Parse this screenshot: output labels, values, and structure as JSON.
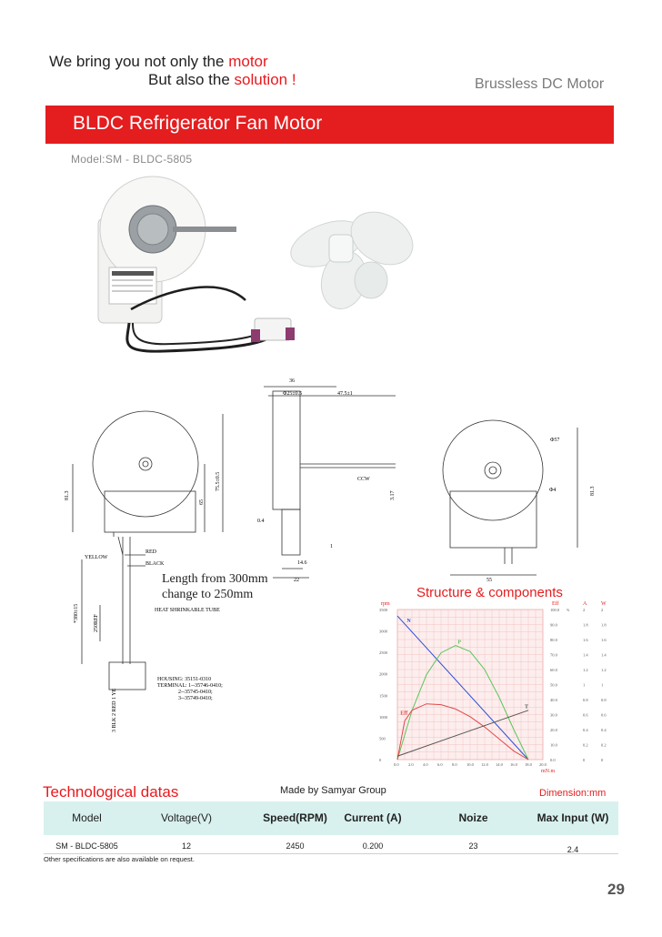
{
  "header": {
    "tagline_line1_prefix": "We bring you not only the ",
    "tagline_line1_highlight": "motor",
    "tagline_line2_prefix": "But also the ",
    "tagline_line2_highlight": "solution !",
    "category": "Brussless DC Motor"
  },
  "banner": {
    "title": "BLDC Refrigerator Fan Motor"
  },
  "model": {
    "label": "Model:SM - BLDC-5805"
  },
  "drawing": {
    "dim_36": "36",
    "dim_25": "Φ25±0.5",
    "dim_47": "47.5±1",
    "dim_81": "81.3",
    "dim_65": "65",
    "dim_75": "75.5±0.5",
    "dim_0_4": "0.4",
    "dim_14": "14.6",
    "dim_22": "22",
    "dim_1": "1",
    "dim_ccw": "CCW",
    "dim_shaft": "3.17",
    "dim_57": "Φ57",
    "dim_4": "Φ4",
    "dim_81b": "81.3",
    "dim_55": "55",
    "dim_lead": "*380±15",
    "dim_tube": "250REF",
    "wire_red": "RED",
    "wire_yellow": "YELLOW",
    "wire_black": "BLACK",
    "heat_tube": "HEAT SHRINKABLE TUBE",
    "housing_1": "HOUSING: 35151-0310",
    "housing_2": "TERMINAL: 1--35746-0410;",
    "housing_3": "2--35745-0410;",
    "housing_4": "3--35749-0410;",
    "pins": "3 BLK  2 RED  1 YE",
    "length_note_1": "Length from 300mm",
    "length_note_2": "change to 250mm"
  },
  "structure": {
    "title": "Structure & components"
  },
  "chart_data": {
    "type": "line",
    "xlabel": "mN.m",
    "x_ticks": [
      "0.0",
      "2.0",
      "4.0",
      "6.0",
      "8.0",
      "10.0",
      "12.0",
      "14.0",
      "16.0",
      "18.0",
      "20.0"
    ],
    "rpm_axis": {
      "label": "rpm",
      "ticks": [
        "0",
        "500",
        "1000",
        "1500",
        "2000",
        "2500",
        "3000",
        "3500"
      ]
    },
    "eff_axis": {
      "label": "Eff",
      "unit": "%",
      "ticks": [
        "0.0",
        "10.0",
        "20.0",
        "30.0",
        "40.0",
        "50.0",
        "60.0",
        "70.0",
        "80.0",
        "90.0",
        "100.0"
      ]
    },
    "a_axis": {
      "label": "A",
      "ticks": [
        "0",
        "0.2",
        "0.4",
        "0.6",
        "0.8",
        "1",
        "1.2",
        "1.4",
        "1.6",
        "1.8",
        "2"
      ]
    },
    "w_axis": {
      "label": "W",
      "ticks": [
        "0",
        "0.2",
        "0.4",
        "0.6",
        "0.8",
        "1",
        "1.2",
        "1.4",
        "1.6",
        "1.8",
        "2"
      ]
    },
    "series": [
      {
        "name": "N",
        "color": "#2a4fd8",
        "x": [
          0,
          18
        ],
        "y": [
          3350,
          0
        ]
      },
      {
        "name": "P",
        "color": "#5cc55c",
        "x": [
          0,
          2,
          4,
          6,
          8,
          10,
          12,
          14,
          16,
          18
        ],
        "y": [
          0,
          1140,
          1980,
          2490,
          2660,
          2520,
          2100,
          1450,
          700,
          0
        ]
      },
      {
        "name": "Eff",
        "color": "#e04a4a",
        "x": [
          0,
          1,
          2,
          4,
          6,
          8,
          10,
          12,
          14,
          16,
          18
        ],
        "y": [
          0,
          900,
          1150,
          1300,
          1280,
          1180,
          1000,
          760,
          480,
          200,
          0
        ]
      },
      {
        "name": "T",
        "color": "#555555",
        "x": [
          0,
          18
        ],
        "y": [
          80,
          1150
        ]
      }
    ],
    "xlim": [
      0,
      20
    ],
    "ylim": [
      0,
      3500
    ]
  },
  "tech": {
    "title": "Technological datas",
    "made_by": "Made by Samyar Group",
    "dimension": "Dimension:mm",
    "columns": [
      "Model",
      "Voltage(V)",
      "Speed(RPM)",
      "Current (A)",
      "Noize",
      "Max Input (W)"
    ],
    "row": [
      "SM - BLDC-5805",
      "12",
      "2450",
      "0.200",
      "23",
      "2.4"
    ],
    "footnote": "Other specifications are also available on request."
  },
  "page": {
    "number": "29"
  }
}
